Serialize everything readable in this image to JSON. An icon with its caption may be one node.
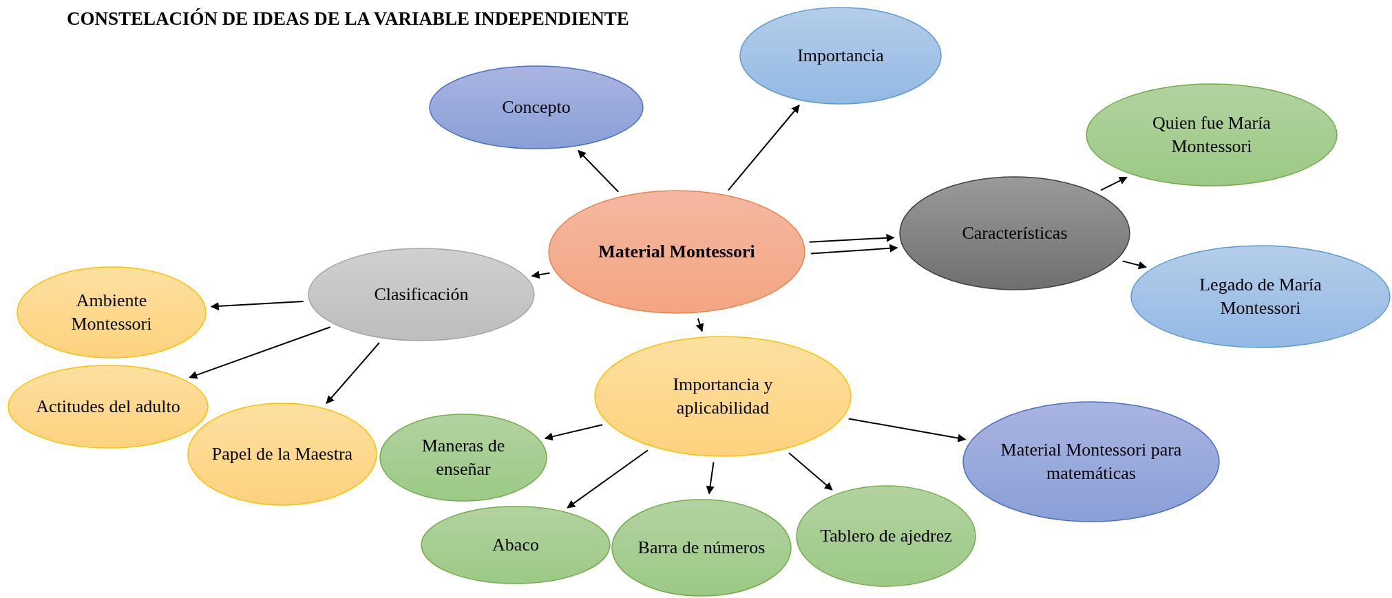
{
  "diagram": {
    "title": "CONSTELACIÓN DE IDEAS DE LA VARIABLE INDEPENDIENTE",
    "nodes": [
      {
        "text": [
          "Material Montessori"
        ]
      },
      {
        "text": [
          "Concepto"
        ]
      },
      {
        "text": [
          "Importancia"
        ]
      },
      {
        "text": [
          "Quien fue María Montessori"
        ]
      },
      {
        "text": [
          "Características"
        ]
      },
      {
        "text": [
          "Legado de María Montessori"
        ]
      },
      {
        "text": [
          "Clasificación"
        ]
      },
      {
        "text": [
          "Ambiente Montessori"
        ]
      },
      {
        "text": [
          "Actitudes del adulto"
        ]
      },
      {
        "text": [
          "Papel de la Maestra"
        ]
      },
      {
        "text": [
          "Importancia y aplicabilidad"
        ]
      },
      {
        "text": [
          "Maneras de enseñar"
        ]
      },
      {
        "text": [
          "Abaco"
        ]
      },
      {
        "text": [
          "Barra de números"
        ]
      },
      {
        "text": [
          "Tablero de ajedrez"
        ]
      },
      {
        "text": [
          "Material Montessori para matemáticas"
        ]
      }
    ],
    "edges": [
      {
        "from": 0,
        "to": 1,
        "arrow": "to"
      },
      {
        "from": 0,
        "to": 2,
        "arrow": "to"
      },
      {
        "from": 0,
        "to": 4,
        "arrow": "to"
      },
      {
        "from": 0,
        "to": 4,
        "arrow": "to"
      },
      {
        "from": 4,
        "to": 3,
        "arrow": "to"
      },
      {
        "from": 4,
        "to": 5,
        "arrow": "to"
      },
      {
        "from": 0,
        "to": 6,
        "arrow": "to"
      },
      {
        "from": 6,
        "to": 7,
        "arrow": "to"
      },
      {
        "from": 6,
        "to": 8,
        "arrow": "to"
      },
      {
        "from": 6,
        "to": 9,
        "arrow": "to"
      },
      {
        "from": 0,
        "to": 10,
        "arrow": "to"
      },
      {
        "from": 10,
        "to": 11,
        "arrow": "to"
      },
      {
        "from": 10,
        "to": 12,
        "arrow": "to"
      },
      {
        "from": 10,
        "to": 13,
        "arrow": "to"
      },
      {
        "from": 10,
        "to": 14,
        "arrow": "to"
      },
      {
        "from": 10,
        "to": 15,
        "arrow": "to"
      }
    ]
  }
}
